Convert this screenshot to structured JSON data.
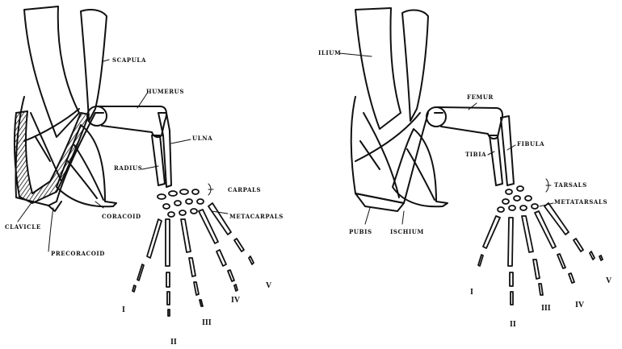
{
  "forelimb": {
    "labels": {
      "scapula": "SCAPULA",
      "humerus": "HUMERUS",
      "ulna": "ULNA",
      "radius": "RADIUS",
      "carpals": "CARPALS",
      "metacarpals": "METACARPALS",
      "coracoid": "CORACOID",
      "clavicle": "CLAVICLE",
      "procoracoid": "PRECORACOID"
    },
    "digits": [
      "I",
      "II",
      "III",
      "IV",
      "V"
    ]
  },
  "hindlimb": {
    "labels": {
      "ilium": "ILIUM",
      "femur": "FEMUR",
      "fibula": "FIBULA",
      "tibia": "TIBIA",
      "tarsals": "TARSALS",
      "metatarsals": "METATARSALS",
      "pubis": "PUBIS",
      "ischium": "ISCHIUM"
    },
    "digits": [
      "I",
      "II",
      "III",
      "IV",
      "V"
    ]
  }
}
